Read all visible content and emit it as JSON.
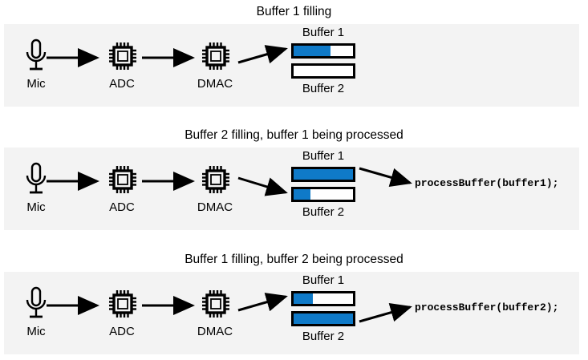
{
  "diagram": {
    "title_style": "double-buffering DMA audio pipeline",
    "accent_blue": "#0f7ac8",
    "panel_background": "#f3f3f3",
    "stroke_color": "#000000"
  },
  "stages": {
    "mic_label": "Mic",
    "adc_label": "ADC",
    "dmac_label": "DMAC",
    "buffer1_label": "Buffer 1",
    "buffer2_label": "Buffer 2",
    "mic_icon_name": "microphone-icon",
    "chip_icon_name": "chip-icon"
  },
  "panels": [
    {
      "id": "panel-1",
      "title": "Buffer 1 filling",
      "mic_label": "Mic",
      "adc_label": "ADC",
      "dmac_label": "DMAC",
      "buffer1_label": "Buffer 1",
      "buffer2_label": "Buffer 2",
      "buffer1_fill_percent": 62,
      "buffer2_fill_percent": 0,
      "dma_target": "buffer1",
      "process_call": "",
      "process_from": "",
      "has_process": false
    },
    {
      "id": "panel-2",
      "title": "Buffer 2 filling, buffer 1 being processed",
      "mic_label": "Mic",
      "adc_label": "ADC",
      "dmac_label": "DMAC",
      "buffer1_label": "Buffer 1",
      "buffer2_label": "Buffer 2",
      "buffer1_fill_percent": 100,
      "buffer2_fill_percent": 28,
      "dma_target": "buffer2",
      "process_call": "processBuffer(buffer1);",
      "process_from": "buffer1",
      "has_process": true
    },
    {
      "id": "panel-3",
      "title": "Buffer 1 filling, buffer 2 being processed",
      "mic_label": "Mic",
      "adc_label": "ADC",
      "dmac_label": "DMAC",
      "buffer1_label": "Buffer 1",
      "buffer2_label": "Buffer 2",
      "buffer1_fill_percent": 32,
      "buffer2_fill_percent": 100,
      "dma_target": "buffer1",
      "process_call": "processBuffer(buffer2);",
      "process_from": "buffer2",
      "has_process": true
    }
  ]
}
